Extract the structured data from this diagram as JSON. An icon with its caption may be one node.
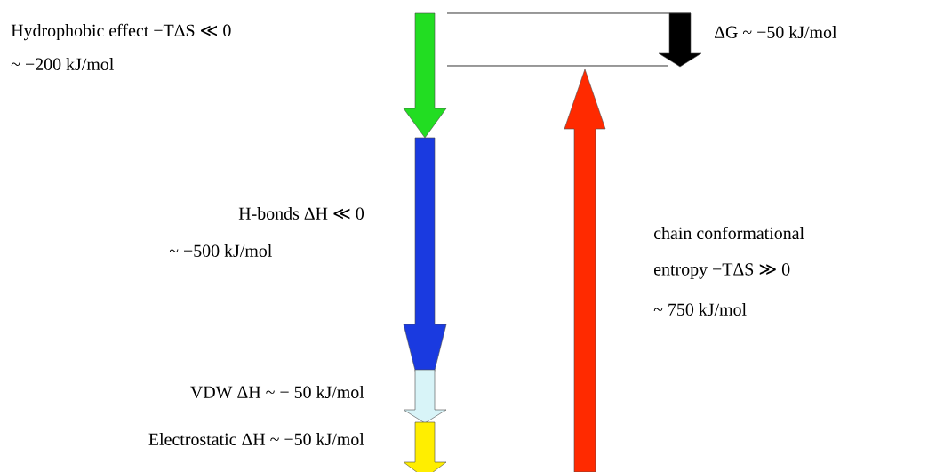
{
  "diagram": {
    "labels": [
      "Hydrophobic effect  −TΔS ≪ 0",
      "~ −200 kJ/mol",
      "ΔG ~ −50 kJ/mol",
      "H-bonds  ΔH ≪ 0",
      "~ −500 kJ/mol",
      "chain conformational",
      "entropy  −TΔS ≫ 0",
      "~ 750 kJ/mol",
      "VDW  ΔH ~ − 50 kJ/mol",
      "Electrostatic  ΔH ~ −50 kJ/mol"
    ]
  }
}
